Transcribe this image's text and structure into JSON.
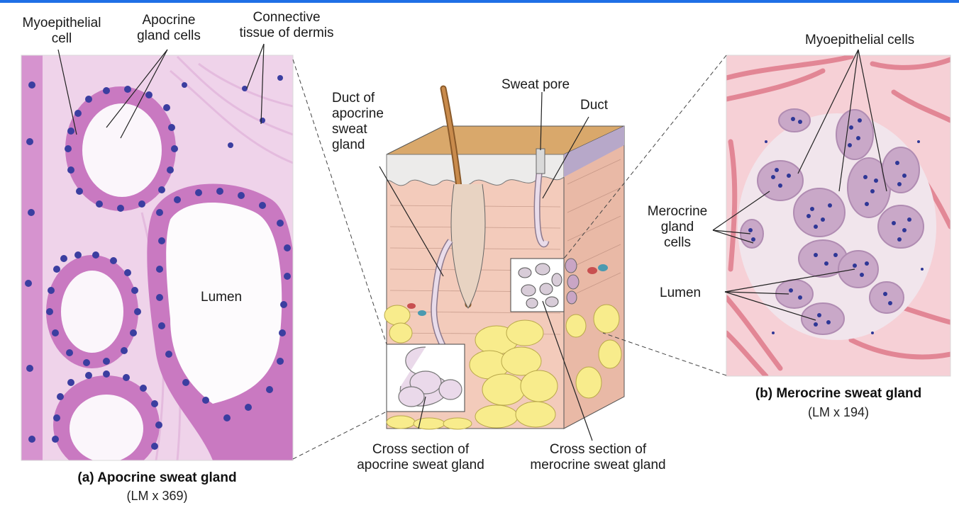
{
  "labels": {
    "myoepithelial_cell": [
      "Myoepithelial",
      "cell"
    ],
    "apocrine_gland_cells": [
      "Apocrine",
      "gland cells"
    ],
    "connective_tissue": [
      "Connective",
      "tissue of dermis"
    ],
    "lumen_a": "Lumen",
    "duct_apocrine": [
      "Duct of",
      "apocrine",
      "sweat",
      "gland"
    ],
    "sweat_pore": "Sweat pore",
    "duct": "Duct",
    "cross_apocrine": [
      "Cross section of",
      "apocrine sweat gland"
    ],
    "cross_merocrine": [
      "Cross section of",
      "merocrine sweat gland"
    ],
    "myoepithelial_cells": "Myoepithelial cells",
    "merocrine_gland_cells": [
      "Merocrine",
      "gland",
      "cells"
    ],
    "lumen_b": "Lumen"
  },
  "captions": {
    "a_title": "(a) Apocrine sweat gland",
    "a_mag": "(LM x 369)",
    "b_title": "(b) Merocrine sweat gland",
    "b_mag": "(LM x 194)"
  },
  "colors": {
    "accent_bar": "#1f6fe6",
    "micrograph_a_base": "#efd6ec",
    "micrograph_a_cells": "#c978c0",
    "nucleus": "#3a3a9a",
    "micrograph_b_base": "#f3c9cf",
    "micrograph_b_fibers": "#e07d8c",
    "dermis": "#f2c9b8",
    "epidermis_top": "#d9a46b",
    "fat": "#f7ea8a"
  }
}
